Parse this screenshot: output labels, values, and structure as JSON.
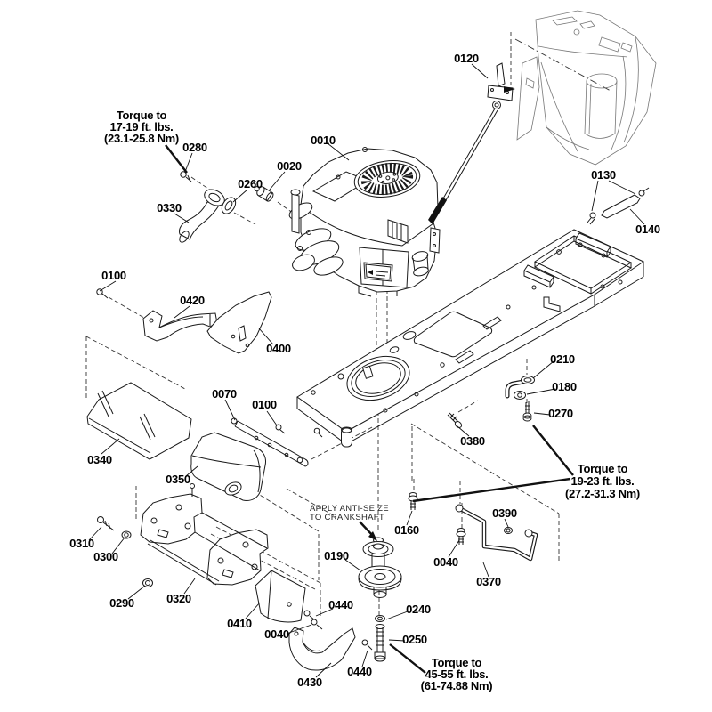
{
  "diagram": {
    "kind": "exploded-parts-diagram",
    "colors": {
      "ink": "#1a1a1a",
      "label": "#000000",
      "background": "#ffffff"
    },
    "callouts": [
      {
        "ref": "0010"
      },
      {
        "ref": "0020"
      },
      {
        "ref": "0260"
      },
      {
        "ref": "0280"
      },
      {
        "ref": "0330"
      },
      {
        "ref": "0120"
      },
      {
        "ref": "0130"
      },
      {
        "ref": "0140"
      },
      {
        "ref": "0100"
      },
      {
        "ref": "0420"
      },
      {
        "ref": "0400"
      },
      {
        "ref": "0340"
      },
      {
        "ref": "0070"
      },
      {
        "ref": "0100"
      },
      {
        "ref": "0350"
      },
      {
        "ref": "0210"
      },
      {
        "ref": "0180"
      },
      {
        "ref": "0270"
      },
      {
        "ref": "0380"
      },
      {
        "ref": "0310"
      },
      {
        "ref": "0300"
      },
      {
        "ref": "0290"
      },
      {
        "ref": "0320"
      },
      {
        "ref": "0190"
      },
      {
        "ref": "0160"
      },
      {
        "ref": "0040"
      },
      {
        "ref": "0390"
      },
      {
        "ref": "0370"
      },
      {
        "ref": "0410"
      },
      {
        "ref": "0440"
      },
      {
        "ref": "0040"
      },
      {
        "ref": "0430"
      },
      {
        "ref": "0440"
      },
      {
        "ref": "0240"
      },
      {
        "ref": "0250"
      }
    ],
    "notes": {
      "torque1": {
        "lines": [
          "Torque to",
          "17-19 ft. lbs.",
          "(23.1-25.8 Nm)"
        ]
      },
      "torque2": {
        "lines": [
          "Torque to",
          "19-23 ft. lbs.",
          "(27.2-31.3 Nm)"
        ]
      },
      "torque3": {
        "lines": [
          "Torque to",
          "45-55 ft. lbs.",
          "(61-74.88 Nm)"
        ]
      },
      "antiseize": {
        "lines": [
          "APPLY ANTI-SEIZE",
          "TO CRANKSHAFT"
        ]
      }
    }
  }
}
